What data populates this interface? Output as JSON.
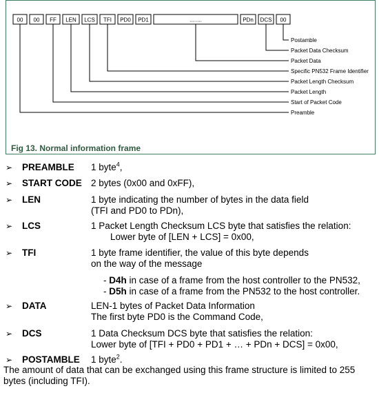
{
  "figure": {
    "caption": "Fig 13. Normal information frame",
    "cells": [
      "00",
      "00",
      "FF",
      "LEN",
      "LCS",
      "TFI",
      "PD0",
      "PD1",
      "........",
      "PDn",
      "DCS",
      "00"
    ],
    "labels": [
      "Postamble",
      "Packet Data Checksum",
      "Packet Data",
      "Specific PN532 Frame Identifier",
      "Packet Length Checksum",
      "Packet Length",
      "Start of Packet Code",
      "Preamble"
    ]
  },
  "items": [
    {
      "term": "PREAMBLE",
      "lines": [
        "1 byte"
      ],
      "sup": "4",
      "after": ","
    },
    {
      "term": "START CODE",
      "lines": [
        "2 bytes (0x00 and 0xFF),"
      ]
    },
    {
      "term": "LEN",
      "lines": [
        "1 byte indicating the number of bytes in the data field",
        "(TFI and PD0 to PDn),"
      ]
    },
    {
      "term": "LCS",
      "lines": [
        "1 Packet Length Checksum LCS byte that satisfies the relation:",
        "Lower byte of [LEN + LCS] = 0x00,"
      ]
    },
    {
      "term": "TFI",
      "lines": [
        "1 byte frame identifier, the value of this byte depends",
        "on the way of the message"
      ],
      "subitems": [
        {
          "prefix": "- ",
          "code": "D4h",
          "text": " in case of a frame from the host controller to the PN532,"
        },
        {
          "prefix": "- ",
          "code": "D5h",
          "text": " in case of a frame from the PN532 to the host controller."
        }
      ]
    },
    {
      "term": "DATA",
      "lines": [
        "LEN-1 bytes of Packet Data Information",
        "The first byte PD0 is the Command Code,"
      ]
    },
    {
      "term": "DCS",
      "lines": [
        "1 Data Checksum DCS byte that satisfies the relation:",
        "Lower byte of [TFI + PD0 + PD1 + … + PDn + DCS] = 0x00,"
      ]
    },
    {
      "term": "POSTAMBLE",
      "lines": [
        "1 byte"
      ],
      "sup": "2",
      "after": "."
    }
  ],
  "bullet_glyph": "➢",
  "footer": "The amount of data that can be exchanged using this frame structure is limited to 255 bytes (including TFI)."
}
